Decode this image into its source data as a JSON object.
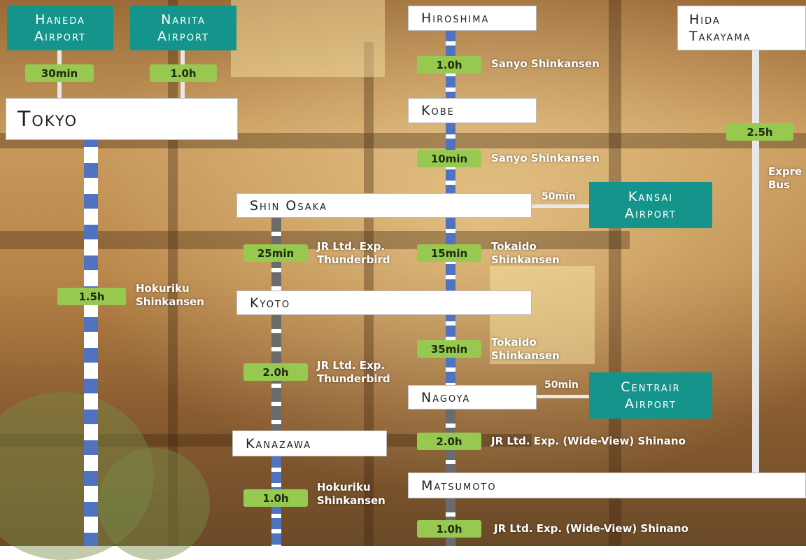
{
  "colors": {
    "airport": "#14948a",
    "time_badge": "#97c950",
    "shinkansen_line": "#4f73c0",
    "express_line": "#6b6b6b"
  },
  "airports": {
    "haneda": [
      "Haneda",
      "Airport"
    ],
    "narita": [
      "Narita",
      "Airport"
    ],
    "kansai": [
      "Kansai",
      "Airport"
    ],
    "centrair": [
      "Centrair",
      "Airport"
    ]
  },
  "stations": {
    "tokyo": "Tokyo",
    "hiroshima": "Hiroshima",
    "kobe": "Kobe",
    "shin_osaka": "Shin Osaka",
    "kyoto": "Kyoto",
    "nagoya": "Nagoya",
    "kanazawa": "Kanazawa",
    "matsumoto": "Matsumoto",
    "hida_takayama": [
      "Hida",
      "Takayama"
    ]
  },
  "routes": {
    "haneda_tokyo": "30min",
    "narita_tokyo": "1.0h",
    "tokyo_kanazawa": {
      "time": "1.5h",
      "line": [
        "Hokuriku",
        "Shinkansen"
      ]
    },
    "hiroshima_kobe": {
      "time": "1.0h",
      "line": "Sanyo Shinkansen"
    },
    "kobe_shinosaka": {
      "time": "10min",
      "line": "Sanyo Shinkansen"
    },
    "shinosaka_kansai": "50min",
    "shinosaka_kyoto": {
      "time": "25min",
      "line": [
        "JR Ltd. Exp.",
        "Thunderbird"
      ]
    },
    "shinosaka_nagoya": {
      "time": "15min",
      "line": [
        "Tokaido",
        "Shinkansen"
      ]
    },
    "kyoto_kanazawa": {
      "time": "2.0h",
      "line": [
        "JR Ltd. Exp.",
        "Thunderbird"
      ]
    },
    "kyoto_nagoya": {
      "time": "35min",
      "line": [
        "Tokaido",
        "Shinkansen"
      ]
    },
    "nagoya_centrair": "50min",
    "nagoya_matsumoto": {
      "time": "2.0h",
      "line": "JR Ltd. Exp. (Wide-View) Shinano"
    },
    "kanazawa_south": {
      "time": "1.0h",
      "line": [
        "Hokuriku",
        "Shinkansen"
      ]
    },
    "matsumoto_south": {
      "time": "1.0h",
      "line": "JR Ltd. Exp. (Wide-View) Shinano"
    },
    "hida_matsumoto": {
      "time": "2.5h",
      "line": [
        "Expre",
        "Bus"
      ]
    }
  }
}
